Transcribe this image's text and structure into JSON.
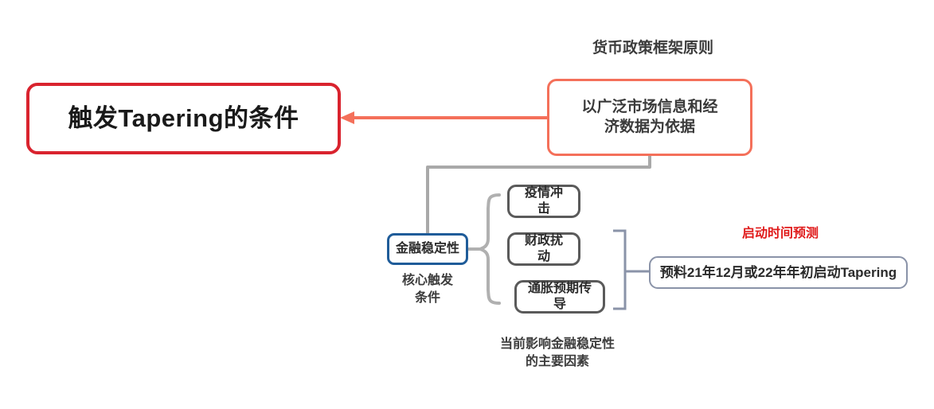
{
  "diagram": {
    "type": "mind-map",
    "title_note": "货币政策框架原则",
    "nodes": {
      "root": {
        "label": "触发Tapering的条件",
        "border_color": "#D9232E"
      },
      "policy": {
        "label": "以广泛市场信息和经\n济数据为依据",
        "border_color": "#F4705A"
      },
      "stability": {
        "label": "金融稳定性",
        "border_color": "#1F5C99"
      },
      "prediction": {
        "label": "预料21年12月或22年年初启动Tapering",
        "border_color": "#8A93A8"
      }
    },
    "factors": [
      {
        "label": "疫情冲击"
      },
      {
        "label": "财政扰动"
      },
      {
        "label": "通胀预期传导"
      }
    ],
    "captions": {
      "policy_title": "货币政策框架原则",
      "core_trigger": "核心触发\n条件",
      "factors_note": "当前影响金融稳定性\n的主要因素",
      "timing_note": "启动时间预测"
    },
    "colors": {
      "root_red": "#D9232E",
      "policy_orange": "#F4705A",
      "stability_blue": "#1F5C99",
      "factor_gray": "#5A5A5A",
      "prediction_slate": "#8A93A8",
      "timing_red": "#E01B1B",
      "connector_gray": "#A9A9A9"
    }
  }
}
